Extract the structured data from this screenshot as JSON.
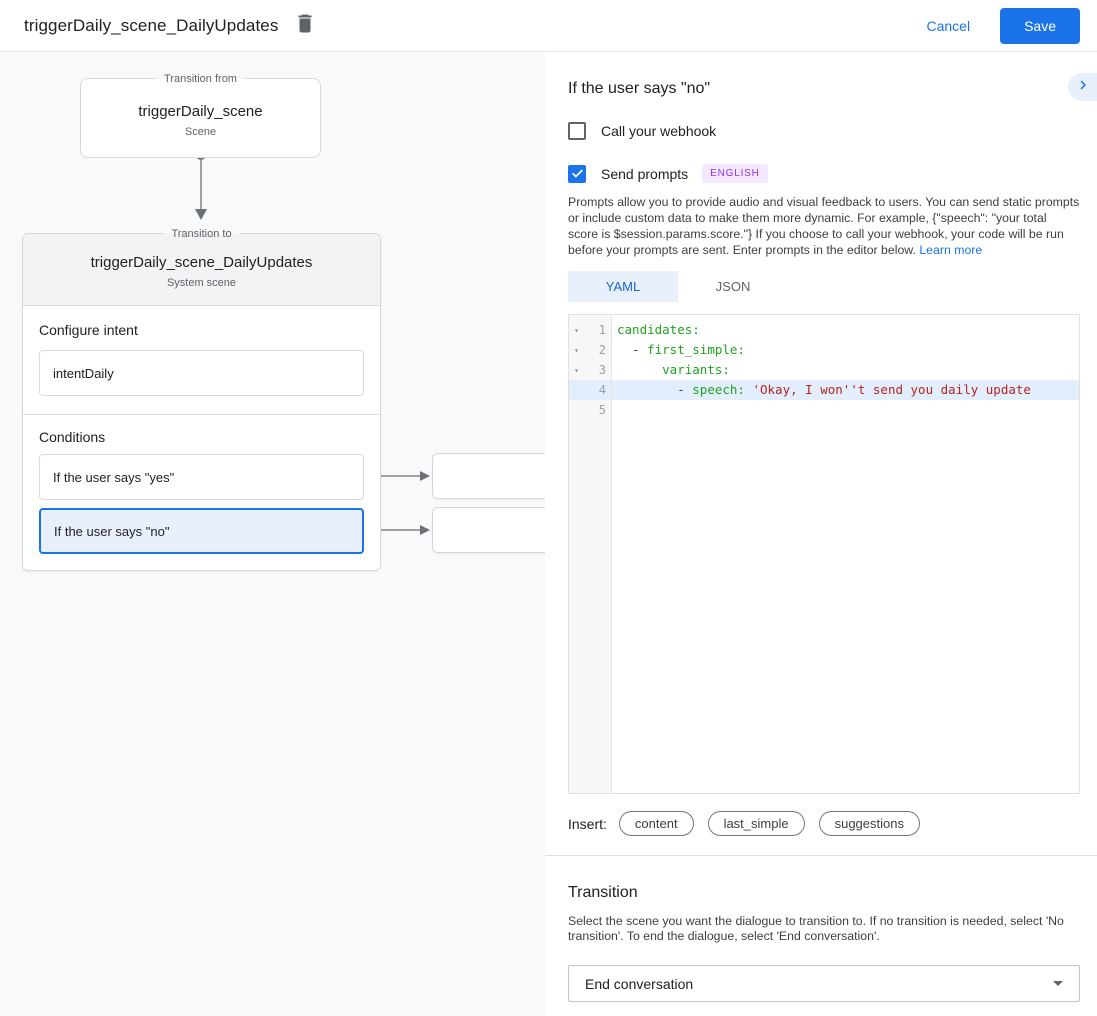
{
  "colors": {
    "accent": "#1a73e8",
    "selection_bg": "#e8f0fe",
    "badge_bg": "#f3e8fd",
    "badge_text": "#9334e6",
    "code_key": "#1fa31b",
    "code_string": "#b7231f",
    "line_highlight": "#e3eefc"
  },
  "header": {
    "title": "triggerDaily_scene_DailyUpdates",
    "cancel_label": "Cancel",
    "save_label": "Save"
  },
  "diagram": {
    "from_box": {
      "legend": "Transition from",
      "title": "triggerDaily_scene",
      "subtitle": "Scene"
    },
    "to_box": {
      "legend": "Transition to",
      "title": "triggerDaily_scene_DailyUpdates",
      "subtitle": "System scene",
      "configure_intent_label": "Configure intent",
      "intent_value": "intentDaily",
      "conditions_label": "Conditions",
      "conditions": [
        {
          "label": "If the user says \"yes\"",
          "selected": false
        },
        {
          "label": "If the user says \"no\"",
          "selected": true
        }
      ]
    }
  },
  "panel": {
    "title": "If the user says \"no\"",
    "webhook_checkbox": {
      "label": "Call your webhook",
      "checked": false
    },
    "prompts_checkbox": {
      "label": "Send prompts",
      "checked": true,
      "badge": "ENGLISH"
    },
    "description": "Prompts allow you to provide audio and visual feedback to users. You can send static prompts or include custom data to make them more dynamic. For example, {\"speech\": \"your total score is $session.params.score.\"} If you choose to call your webhook, your code will be run before your prompts are sent. Enter prompts in the editor below. ",
    "learn_more": "Learn more",
    "tabs": [
      {
        "label": "YAML",
        "active": true
      },
      {
        "label": "JSON",
        "active": false
      }
    ],
    "editor": {
      "lines": [
        {
          "num": "1",
          "fold": true,
          "highlight": false,
          "segments": [
            {
              "t": "candidates:",
              "c": "key"
            }
          ]
        },
        {
          "num": "2",
          "fold": true,
          "highlight": false,
          "segments": [
            {
              "t": "  - ",
              "c": "plain"
            },
            {
              "t": "first_simple:",
              "c": "key"
            }
          ]
        },
        {
          "num": "3",
          "fold": true,
          "highlight": false,
          "segments": [
            {
              "t": "      ",
              "c": "plain"
            },
            {
              "t": "variants:",
              "c": "key"
            }
          ]
        },
        {
          "num": "4",
          "fold": false,
          "highlight": true,
          "segments": [
            {
              "t": "        - ",
              "c": "plain"
            },
            {
              "t": "speech: ",
              "c": "key"
            },
            {
              "t": "'Okay, I won''t send you daily update",
              "c": "string"
            }
          ]
        },
        {
          "num": "5",
          "fold": false,
          "highlight": false,
          "segments": []
        }
      ]
    },
    "insert": {
      "label": "Insert:",
      "chips": [
        "content",
        "last_simple",
        "suggestions"
      ]
    },
    "transition": {
      "title": "Transition",
      "description": "Select the scene you want the dialogue to transition to. If no transition is needed, select 'No transition'. To end the dialogue, select 'End conversation'.",
      "select_value": "End conversation"
    }
  }
}
